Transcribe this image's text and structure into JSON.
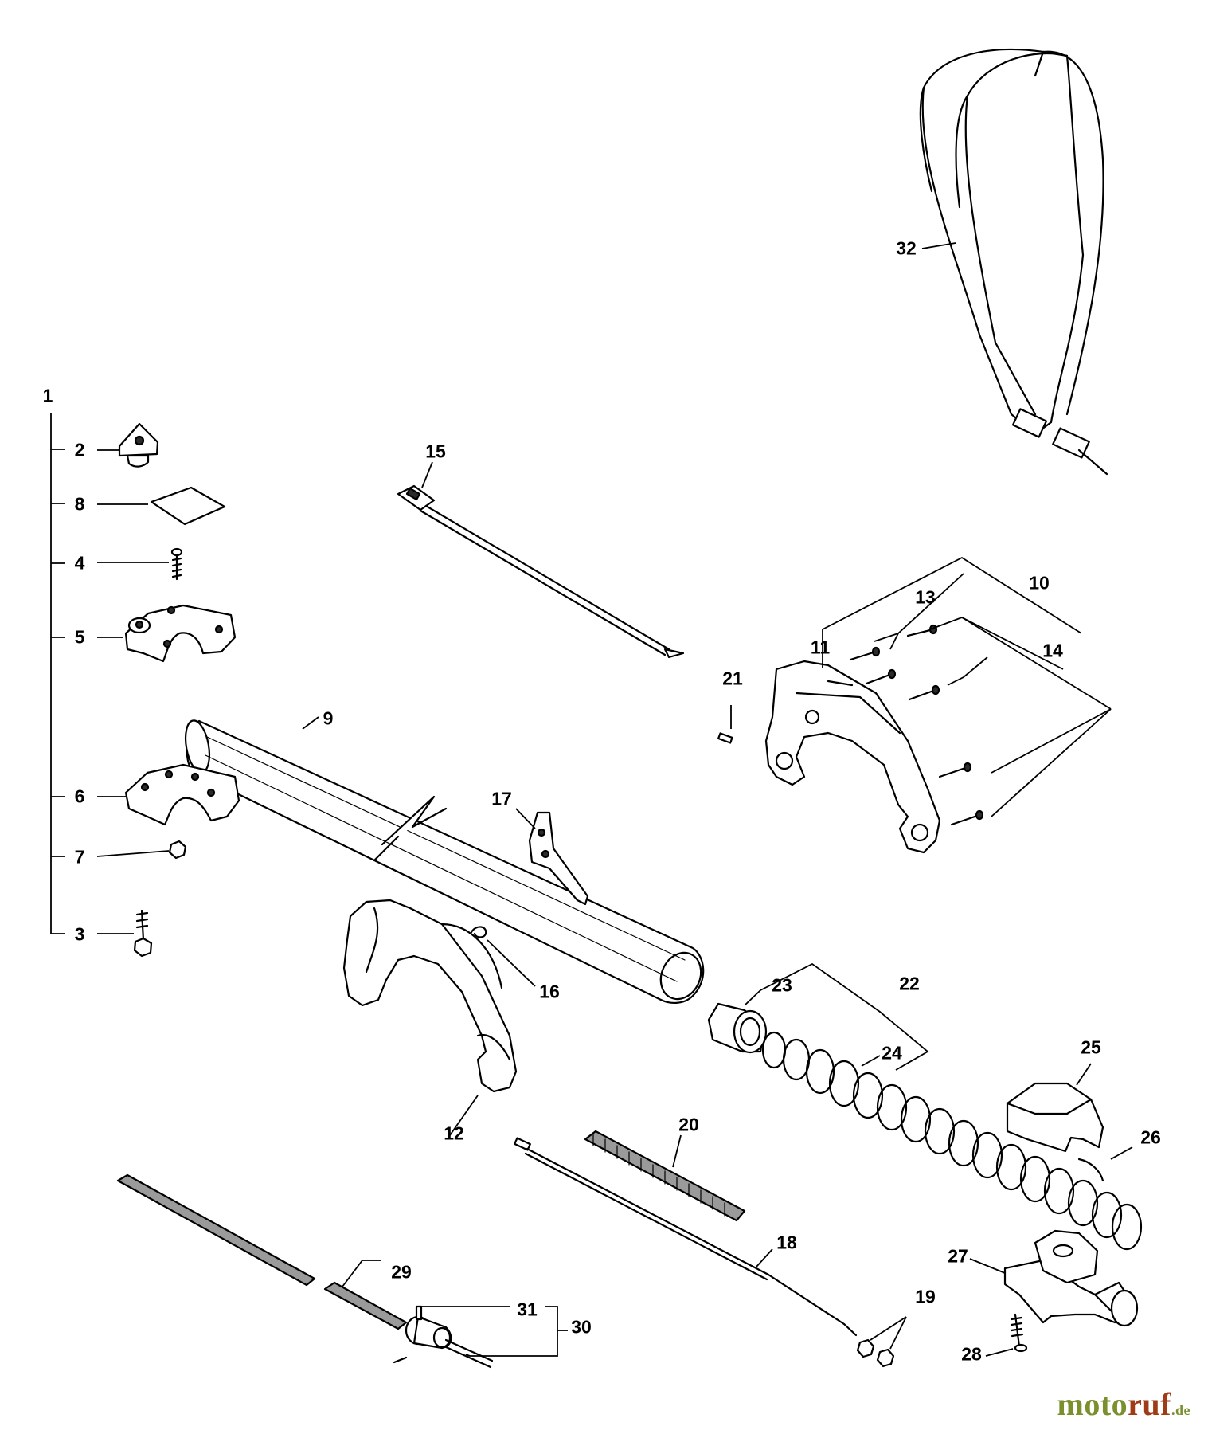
{
  "labels": {
    "p1": "1",
    "p2": "2",
    "p3": "3",
    "p4": "4",
    "p5": "5",
    "p6": "6",
    "p7": "7",
    "p8": "8",
    "p9": "9",
    "p10": "10",
    "p11": "11",
    "p12": "12",
    "p13": "13",
    "p14": "14",
    "p15": "15",
    "p16": "16",
    "p17": "17",
    "p18": "18",
    "p19": "19",
    "p20": "20",
    "p21": "21",
    "p22": "22",
    "p23": "23",
    "p24": "24",
    "p25": "25",
    "p26": "26",
    "p27": "27",
    "p28": "28",
    "p29": "29",
    "p30": "30",
    "p31": "31",
    "p32": "32"
  },
  "watermark": {
    "part_a": "moto",
    "part_b": "ruf",
    "part_c": ".de"
  }
}
